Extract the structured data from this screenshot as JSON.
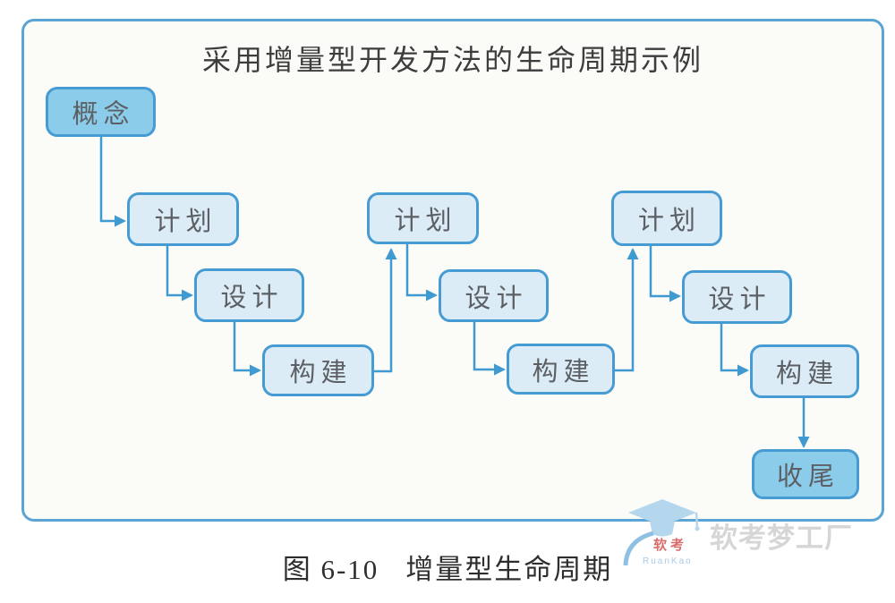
{
  "colors": {
    "panel_border": "#5ba4d6",
    "panel_bg": "#fbfbf8",
    "box_border": "#459bd2",
    "box_fill_light": "#dcecf7",
    "box_fill_dark": "#8accea",
    "arrow": "#3f9ad2",
    "box_text": "#5c5f63",
    "title_text": "#3d3d3d",
    "caption_text": "#2e2e2e",
    "watermark_gray": "#d6d6d6",
    "logo_blue": "#b5d7ee",
    "logo_swoosh": "#8fc0e4",
    "logo_red": "#d96b6b",
    "logo_subtext": "#a9cbe5"
  },
  "diagram": {
    "title": "采用增量型开发方法的生命周期示例",
    "nodes": [
      {
        "id": "concept",
        "label": "概念",
        "variant": "dark"
      },
      {
        "id": "plan-1",
        "label": "计划",
        "variant": "light"
      },
      {
        "id": "design-1",
        "label": "设计",
        "variant": "light"
      },
      {
        "id": "build-1",
        "label": "构建",
        "variant": "light"
      },
      {
        "id": "plan-2",
        "label": "计划",
        "variant": "light"
      },
      {
        "id": "design-2",
        "label": "设计",
        "variant": "light"
      },
      {
        "id": "build-2",
        "label": "构建",
        "variant": "light"
      },
      {
        "id": "plan-3",
        "label": "计划",
        "variant": "light"
      },
      {
        "id": "design-3",
        "label": "设计",
        "variant": "light"
      },
      {
        "id": "build-3",
        "label": "构建",
        "variant": "light"
      },
      {
        "id": "closeout",
        "label": "收尾",
        "variant": "dark"
      }
    ],
    "edges": [
      {
        "from": "concept",
        "to": "plan-1"
      },
      {
        "from": "plan-1",
        "to": "design-1"
      },
      {
        "from": "design-1",
        "to": "build-1"
      },
      {
        "from": "build-1",
        "to": "plan-2"
      },
      {
        "from": "plan-2",
        "to": "design-2"
      },
      {
        "from": "design-2",
        "to": "build-2"
      },
      {
        "from": "build-2",
        "to": "plan-3"
      },
      {
        "from": "plan-3",
        "to": "design-3"
      },
      {
        "from": "design-3",
        "to": "build-3"
      },
      {
        "from": "build-3",
        "to": "closeout"
      }
    ]
  },
  "caption": {
    "figure_label": "图 6-10",
    "figure_title": "增量型生命周期"
  },
  "watermark": {
    "brand": "软考梦工厂",
    "logo_text": "软考",
    "logo_subtext": "RuanKao"
  }
}
